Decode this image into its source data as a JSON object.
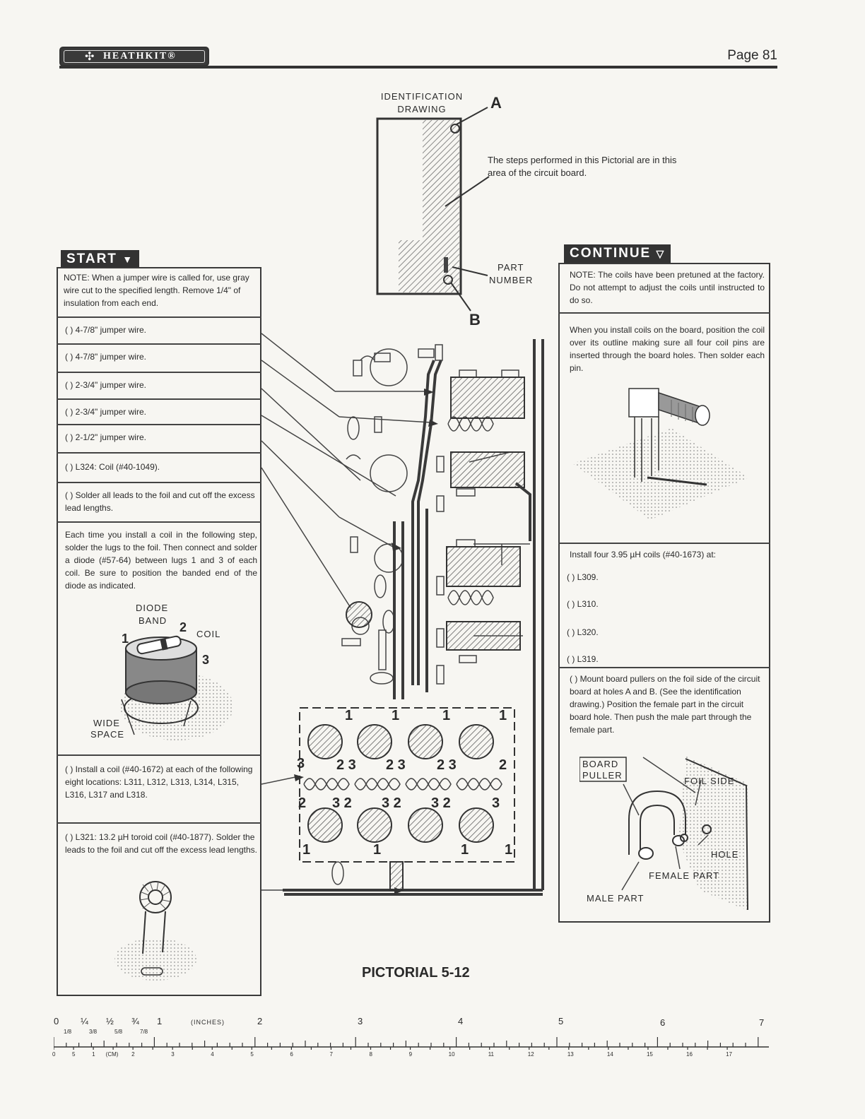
{
  "header": {
    "brand": "HEATHKIT®",
    "page": "Page 81"
  },
  "ident": {
    "title_line1": "IDENTIFICATION",
    "title_line2": "DRAWING",
    "label_a": "A",
    "label_b": "B",
    "note": "The steps performed in this Pictorial are in this area of the circuit board.",
    "part_number_line1": "PART",
    "part_number_line2": "NUMBER"
  },
  "left": {
    "start_tag": "START",
    "note": "NOTE: When a jumper wire is called for, use gray wire cut to the specified length. Remove 1/4\" of insulation from each end.",
    "steps": [
      "( )  4-7/8\" jumper wire.",
      "( )  4-7/8\" jumper wire.",
      "( )  2-3/4\" jumper wire.",
      "( )  2-3/4\" jumper wire.",
      "( )  2-1/2\" jumper wire.",
      "( )  L324: Coil (#40-1049).",
      "( )  Solder all leads to the foil and cut off the excess lead lengths."
    ],
    "diode_note": "Each time you install a coil in the following step, solder the lugs to the foil. Then connect and solder a diode (#57-64) between lugs 1 and 3 of each coil. Be sure to position the banded end of the diode as indicated.",
    "diode_labels": {
      "diode_band_1": "DIODE",
      "diode_band_2": "BAND",
      "coil": "COIL",
      "wide_1": "WIDE",
      "wide_2": "SPACE",
      "n1": "1",
      "n2": "2",
      "n3": "3"
    },
    "coil_step": "( )  Install a coil (#40-1672) at each of the following eight locations: L311, L312, L313, L314, L315, L316, L317 and L318.",
    "toroid_step": "( )  L321: 13.2 µH toroid coil (#40-1877). Solder the leads to the foil and cut off the excess lead lengths."
  },
  "right": {
    "continue_tag": "CONTINUE",
    "note": "NOTE: The coils have been pretuned at the factory. Do not attempt to adjust the coils until instructed to do so.",
    "install_note": "When you install coils on the board, position the coil over its outline making sure all four coil pins are inserted through the board holes. Then solder each pin.",
    "four_coils": "Install four 3.95 µH coils (#40-1673) at:",
    "coil_steps": [
      "( )  L309.",
      "( )  L310.",
      "( )  L320.",
      "( )  L319."
    ],
    "puller_step": "( )  Mount board pullers on the foil side of the circuit board at holes A and B. (See the identification drawing.) Position the female part in the circuit board hole. Then push the male part through the female part.",
    "puller_labels": {
      "board_1": "BOARD",
      "board_2": "PULLER",
      "foil_side": "FOIL SIDE",
      "hole": "HOLE",
      "female": "FEMALE PART",
      "male": "MALE PART"
    }
  },
  "board": {
    "coil_nums": [
      "1",
      "1",
      "1",
      "1",
      "3",
      "2 3",
      "2 3",
      "2 3",
      "2",
      "2",
      "3 2",
      "3 2",
      "3 2",
      "3",
      "1",
      "1",
      "1",
      "1"
    ]
  },
  "caption": "PICTORIAL 5-12",
  "ruler": {
    "inch_labels": [
      "0",
      "¼",
      "½",
      "¾",
      "1",
      "2",
      "3",
      "4",
      "5",
      "6",
      "7"
    ],
    "inches_word": "(INCHES)",
    "frac_labels": [
      "1/8",
      "3/8",
      "5/8",
      "7/8"
    ],
    "cm_labels": [
      "0",
      "5",
      "1",
      "2",
      "3",
      "4",
      "5",
      "6",
      "7",
      "8",
      "9",
      "10",
      "11",
      "12",
      "13",
      "14",
      "15",
      "16",
      "17"
    ],
    "cm_word": "(CM)"
  }
}
